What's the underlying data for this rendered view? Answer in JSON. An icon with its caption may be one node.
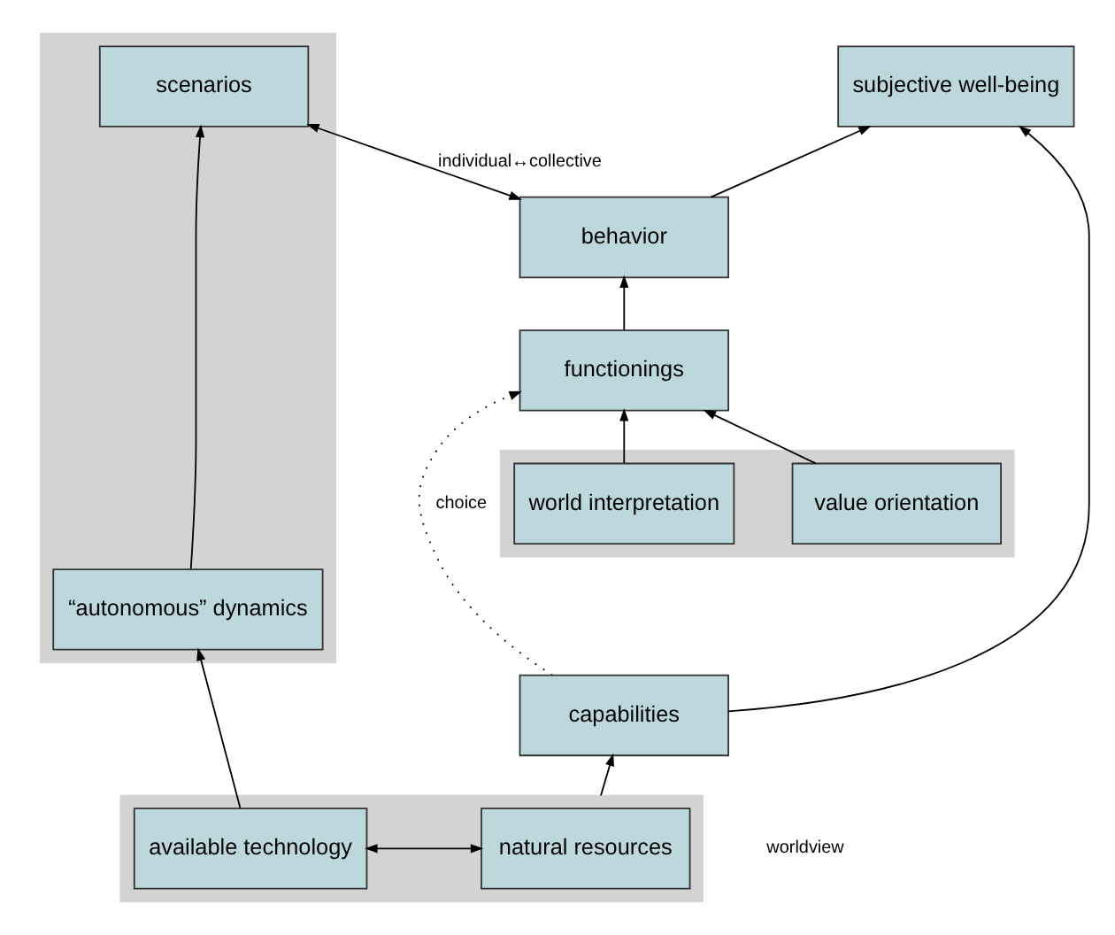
{
  "diagram": {
    "nodes": [
      {
        "text": [
          "subjective well-being"
        ]
      },
      {
        "text": [
          "behavior"
        ]
      },
      {
        "text": [],
        "shape": "box"
      },
      {
        "text": [
          "scenarios"
        ],
        "in": 2
      },
      {
        "text": [
          "functionings"
        ]
      },
      {
        "text": [],
        "shape": "box"
      },
      {
        "text": [
          "value orientation"
        ],
        "in": 5
      },
      {
        "text": [
          "world interpretation"
        ],
        "in": 5
      },
      {
        "text": [
          "capabilities"
        ]
      },
      {
        "text": [],
        "shape": "box"
      },
      {
        "text": [
          "natural resources"
        ],
        "in": 9
      },
      {
        "text": [
          "available technology"
        ],
        "in": 9
      },
      {
        "text": [
          "“autonomous” dynamics"
        ],
        "in": 2
      }
    ],
    "edges": [
      {
        "from": 1,
        "to": 0,
        "arrow": "to"
      },
      {
        "from": 8,
        "to": 0,
        "arrow": "to"
      },
      {
        "from": 1,
        "to": 3,
        "arrow": "both",
        "label": "individual↔collective"
      },
      {
        "from": 4,
        "to": 1,
        "arrow": "to"
      },
      {
        "from": 6,
        "to": 4,
        "arrow": "to"
      },
      {
        "from": 7,
        "to": 4,
        "arrow": "to"
      },
      {
        "from": 8,
        "to": 4,
        "arrow": "to",
        "style": "dashed",
        "label": "choice"
      },
      {
        "from": 9,
        "to": 8,
        "arrow": "to"
      },
      {
        "from": 10,
        "to": 11,
        "arrow": "both"
      },
      {
        "from": 11,
        "to": 12,
        "arrow": "to"
      },
      {
        "from": 12,
        "to": 3,
        "arrow": "to"
      }
    ],
    "labels": [
      "worldview"
    ]
  }
}
